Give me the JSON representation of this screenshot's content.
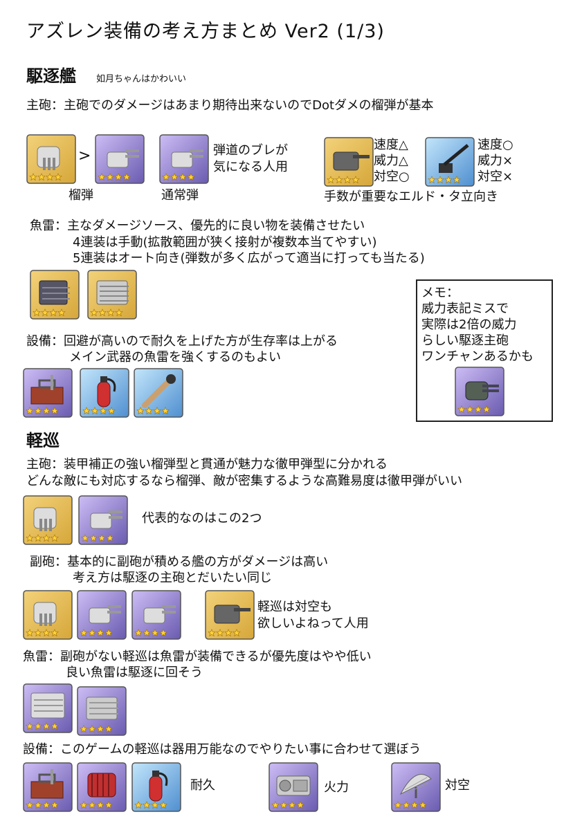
{
  "title": "アズレン装備の考え方まとめ Ver2 (1/3)",
  "destroyer": {
    "heading": "駆逐艦",
    "sub": "如月ちゃんはかわいい",
    "main_gun": {
      "line": "主砲：主砲でのダメージはあまり期待出来ないのでDotダメの榴弾が基本",
      "gt": ">",
      "label_he": "榴弾",
      "label_normal": "通常弾",
      "note1_line1": "弾道のブレが",
      "note1_line2": "気になる人用",
      "gun_a_stats": [
        "速度△",
        "威力△",
        "対空○"
      ],
      "gun_b_stats": [
        "速度○",
        "威力×",
        "対空×"
      ],
      "note2": "手数が重要なエルド・タ立向き"
    },
    "torpedo": {
      "line1": "魚雷：主なダメージソース、優先的に良い物を装備させたい",
      "line2": "4連装は手動(拡散範囲が狭く接射が複数本当てやすい)",
      "line3": "5連装はオート向き(弾数が多く広がって適当に打っても当たる)"
    },
    "equip": {
      "line1": "設備：回避が高いので耐久を上げた方が生存率は上がる",
      "line2": "メイン武器の魚雷を強くするのもよい"
    },
    "memo": [
      "メモ：",
      "威力表記ミスで",
      "実際は2倍の威力",
      "らしい駆逐主砲",
      "ワンチャンあるかも"
    ]
  },
  "light_cruiser": {
    "heading": "軽巡",
    "main_gun": {
      "line1": "主砲：装甲補正の強い榴弾型と貫通が魅力な徹甲弾型に分かれる",
      "line2": "どんな敵にも対応するなら榴弾、敵が密集するような高難易度は徹甲弾がいい",
      "note": "代表的なのはこの2つ"
    },
    "secondary": {
      "line1": "副砲：基本的に副砲が積める艦の方がダメージは高い",
      "line2": "考え方は駆逐の主砲とだいたい同じ",
      "note1": "軽巡は対空も",
      "note2": "欲しいよねって人用"
    },
    "torpedo": {
      "line1": "魚雷：副砲がない軽巡は魚雷が装備できるが優先度はやや低い",
      "line2": "良い魚雷は駆逐に回そう"
    },
    "equip": {
      "line": "設備：このゲームの軽巡は器用万能なのでやりたい事に合わせて選ぼう",
      "label_durability": "耐久",
      "label_firepower": "火力",
      "label_aa": "対空"
    }
  },
  "colors": {
    "gold": "#d6a73a",
    "purple": "#6a5bb0",
    "blue": "#4f8fd0",
    "star": "#ffd23a"
  }
}
